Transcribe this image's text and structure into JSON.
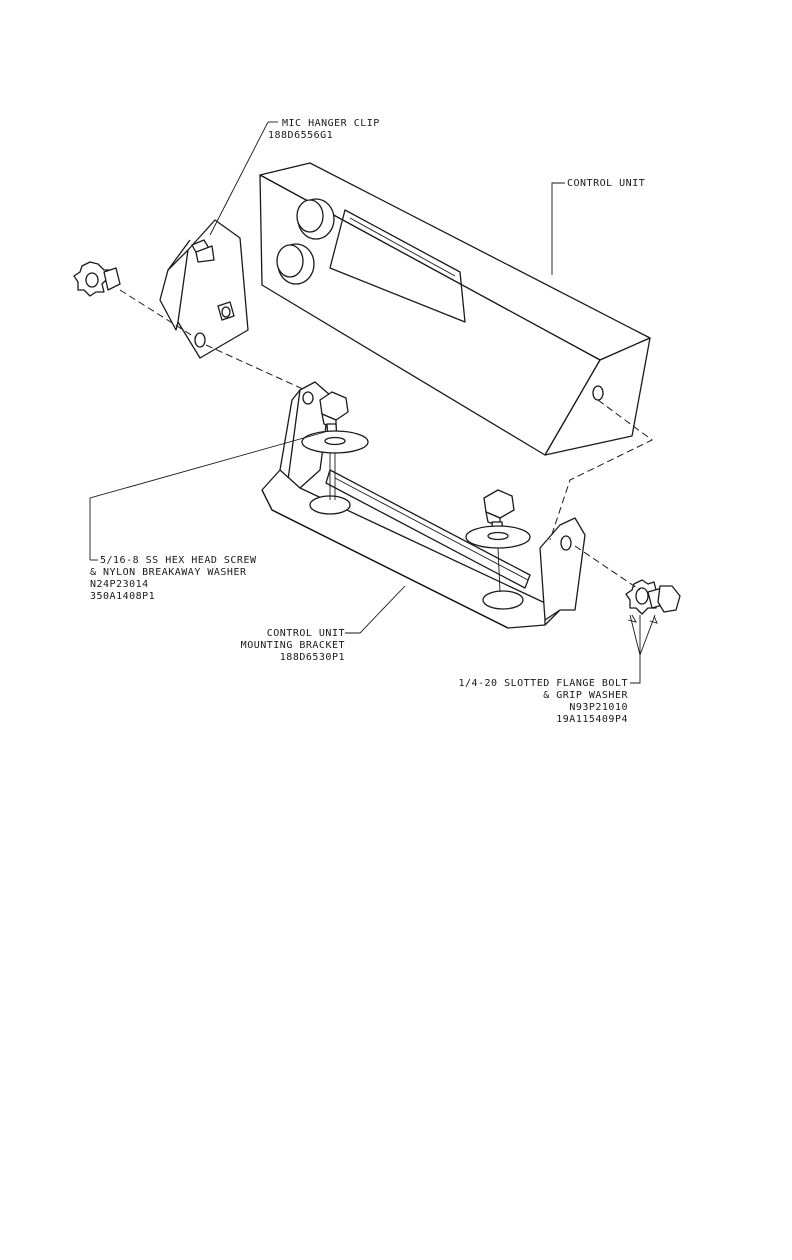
{
  "labels": {
    "mic_hanger_clip": {
      "name": "MIC HANGER CLIP",
      "part_number": "188D6556G1"
    },
    "control_unit": {
      "name": "CONTROL UNIT"
    },
    "hex_head_screw": {
      "line1": "5/16-8 SS HEX HEAD SCREW",
      "line2": "& NYLON BREAKAWAY WASHER",
      "part_number_1": "N24P23014",
      "part_number_2": "350A1408P1"
    },
    "mounting_bracket": {
      "line1": "CONTROL UNIT",
      "line2": "MOUNTING BRACKET",
      "part_number": "188D6530P1"
    },
    "flange_bolt": {
      "line1": "1/4-20 SLOTTED FLANGE BOLT",
      "line2": "& GRIP WASHER",
      "part_number_1": "N93P21010",
      "part_number_2": "19A115409P4"
    }
  }
}
